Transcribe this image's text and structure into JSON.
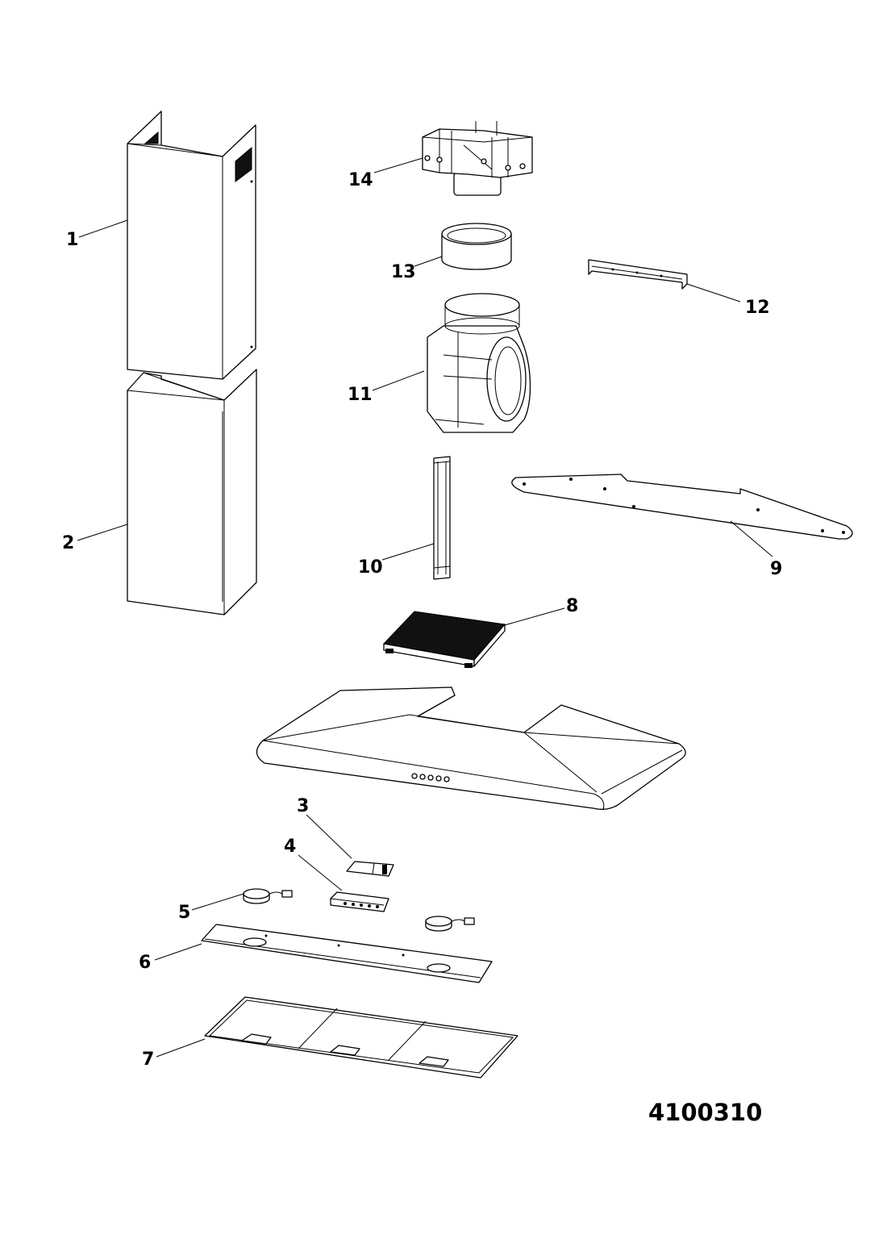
{
  "callouts": {
    "c1": "1",
    "c2": "2",
    "c3": "3",
    "c4": "4",
    "c5": "5",
    "c6": "6",
    "c7": "7",
    "c8": "8",
    "c9": "9",
    "c10": "10",
    "c11": "11",
    "c12": "12",
    "c13": "13",
    "c14": "14"
  },
  "diagram_code": "4100310"
}
